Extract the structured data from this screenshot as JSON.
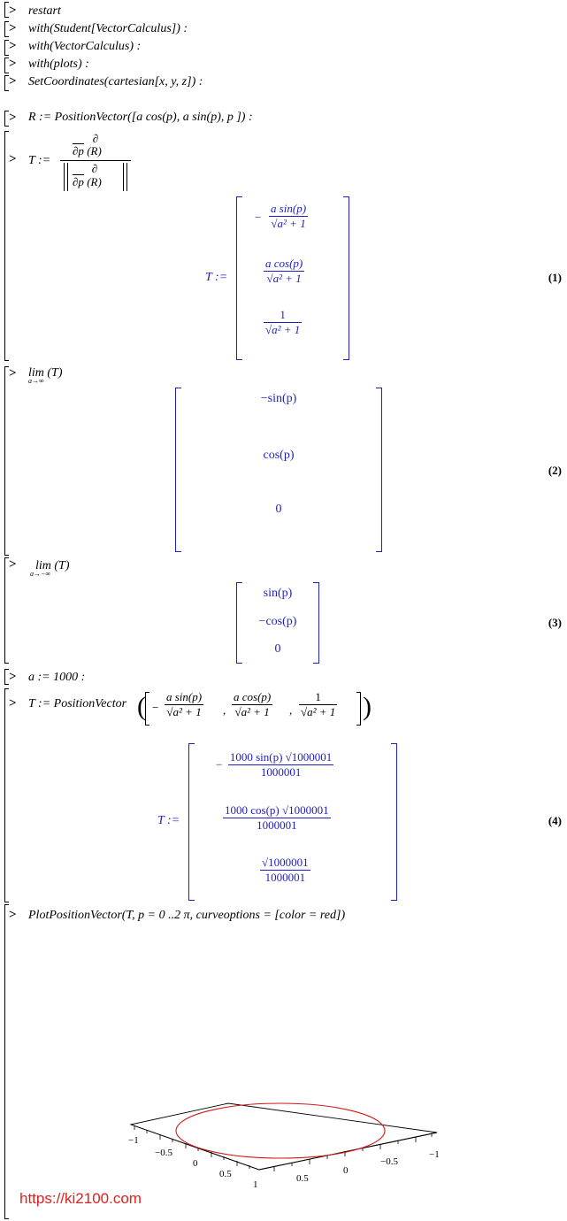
{
  "prompt_symbol": ">",
  "commands": {
    "c1": "restart",
    "c2": "with(Student[VectorCalculus]) :",
    "c3": "with(VectorCalculus) :",
    "c4": "with(plots) :",
    "c5": "SetCoordinates(cartesian[x, y, z]) :",
    "c6": "R := PositionVector([a cos(p), a sin(p), p ]) :",
    "c7_lhs": "T :=",
    "c7_partial": "∂",
    "c7_dp": "∂p",
    "c7_R": "(R)",
    "c8": "lim (T)",
    "c8_sub": "a→∞",
    "c9": "lim (T)",
    "c9_sub": "a→−∞",
    "c10": "a := 1000 :",
    "c11_lhs": "T := PositionVector",
    "c12": "PlotPositionVector(T, p = 0 ..2 π, curveoptions = [color = red])"
  },
  "out1": {
    "label": "T :=",
    "r1_sign": "−",
    "r1_num": "a sin(p)",
    "r2_num": "a cos(p)",
    "r3_num": "1",
    "den": "a² + 1",
    "eq": "(1)"
  },
  "out2": {
    "r1": "−sin(p)",
    "r2": "cos(p)",
    "r3": "0",
    "eq": "(2)"
  },
  "out3": {
    "r1": "sin(p)",
    "r2": "−cos(p)",
    "r3": "0",
    "eq": "(3)"
  },
  "c11_args": {
    "a1_num": "a sin(p)",
    "a2_num": "a cos(p)",
    "a3_num": "1",
    "den": "a² + 1"
  },
  "out4": {
    "label": "T :=",
    "r1_num": "1000 sin(p) √1000001",
    "r2_num": "1000 cos(p) √1000001",
    "r3_num": "√1000001",
    "den": "1000001",
    "eq": "(4)"
  },
  "plot": {
    "curve_color": "#d01818",
    "ticks_left": [
      "−1",
      "−0.5",
      "0",
      "0.5",
      "1"
    ],
    "ticks_right": [
      "0.5",
      "0",
      "−0.5",
      "−1"
    ]
  },
  "watermark": "https://ki2100.com"
}
